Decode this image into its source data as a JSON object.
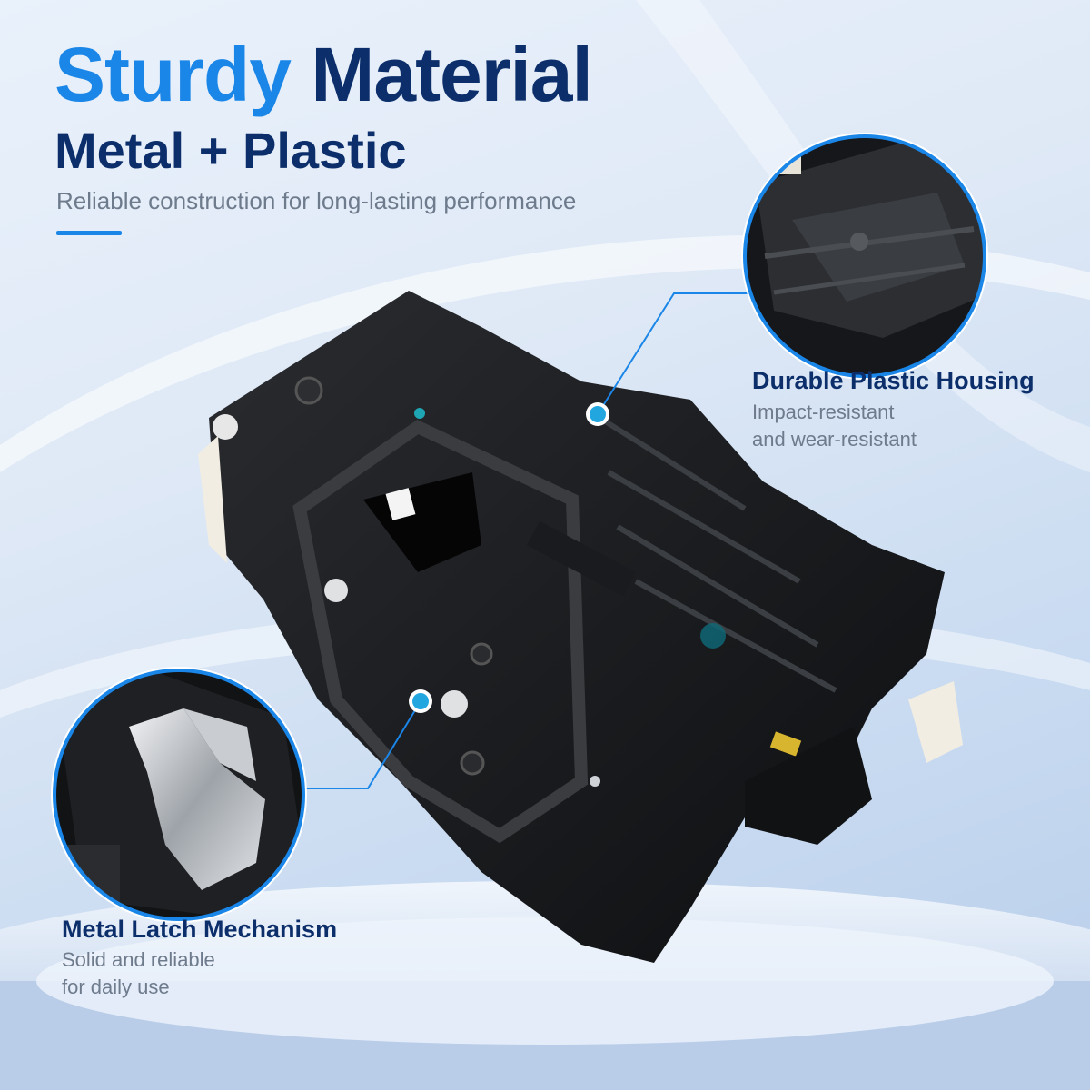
{
  "headline": {
    "part1": "Sturdy",
    "part2": "Material"
  },
  "subheadline": "Metal + Plastic",
  "tagline": "Reliable construction for long-lasting performance",
  "colors": {
    "accent": "#1a86e8",
    "navy": "#0c2f6b",
    "gray": "#6e7b8c",
    "dot": "#21a6e0"
  },
  "callouts": {
    "housing": {
      "title": "Durable Plastic Housing",
      "lines": [
        "Impact-resistant",
        "and wear-resistant"
      ]
    },
    "latch": {
      "title": "Metal Latch Mechanism",
      "lines": [
        "Solid and reliable",
        "for daily use"
      ]
    }
  },
  "icons": [
    "callout-dot-icon",
    "zoom-circle-icon"
  ]
}
